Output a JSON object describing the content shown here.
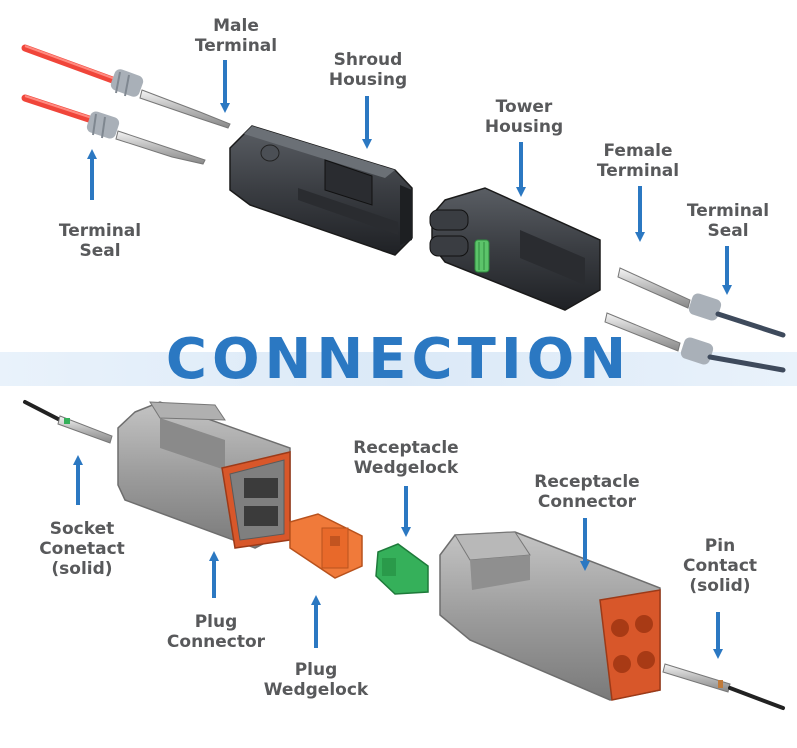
{
  "title": "CONNECTION",
  "labels": {
    "male_terminal": "Male\nTerminal",
    "shroud_housing": "Shroud\nHousing",
    "tower_housing": "Tower\nHousing",
    "female_terminal": "Female\nTerminal",
    "terminal_seal_left": "Terminal\nSeal",
    "terminal_seal_right": "Terminal\nSeal",
    "socket_contact": "Socket\nConetact\n(solid)",
    "plug_connector": "Plug\nConnector",
    "plug_wedgelock": "Plug\nWedgelock",
    "receptacle_wedgelock": "Receptacle\nWedgelock",
    "receptacle_connector": "Receptacle\nConnector",
    "pin_contact": "Pin\nContact\n(solid)"
  },
  "colors": {
    "label_text": "#58595b",
    "arrow": "#2b78c2",
    "title": "#2b78c2",
    "banner": "#dbe9f7",
    "red_wire": "#f0453a",
    "dark_wire": "#3e4a5c",
    "black_wire": "#222222",
    "black_housing": "#3a3d42",
    "gray_housing": "#9a9a9a",
    "orange_wedge": "#f07a3a",
    "green_wedge": "#35b05a",
    "seal_gray": "#a9b0b8",
    "seal_green": "#5cc46a",
    "gasket_orange": "#d8572a"
  }
}
